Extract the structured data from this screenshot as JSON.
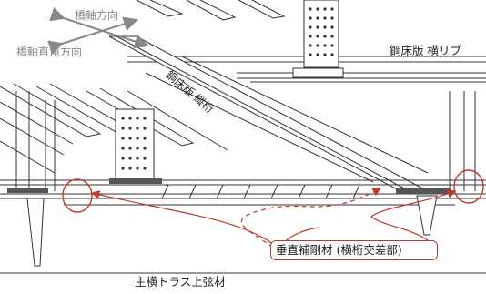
{
  "direction_labels": {
    "bridge_axis": "橋軸方向",
    "perpendicular": "橋軸直角方向"
  },
  "member_labels": {
    "deck_longitudinal": "鋼床版 縦桁",
    "deck_cross_rib": "鋼床版 横リブ",
    "vertical_stiffener": "垂直補剛材 (横桁交差部)",
    "main_truss_chord": "主横トラス上弦材"
  },
  "colors": {
    "line": "#333333",
    "callout": "#c0392b",
    "arrow_gray": "#888888"
  }
}
